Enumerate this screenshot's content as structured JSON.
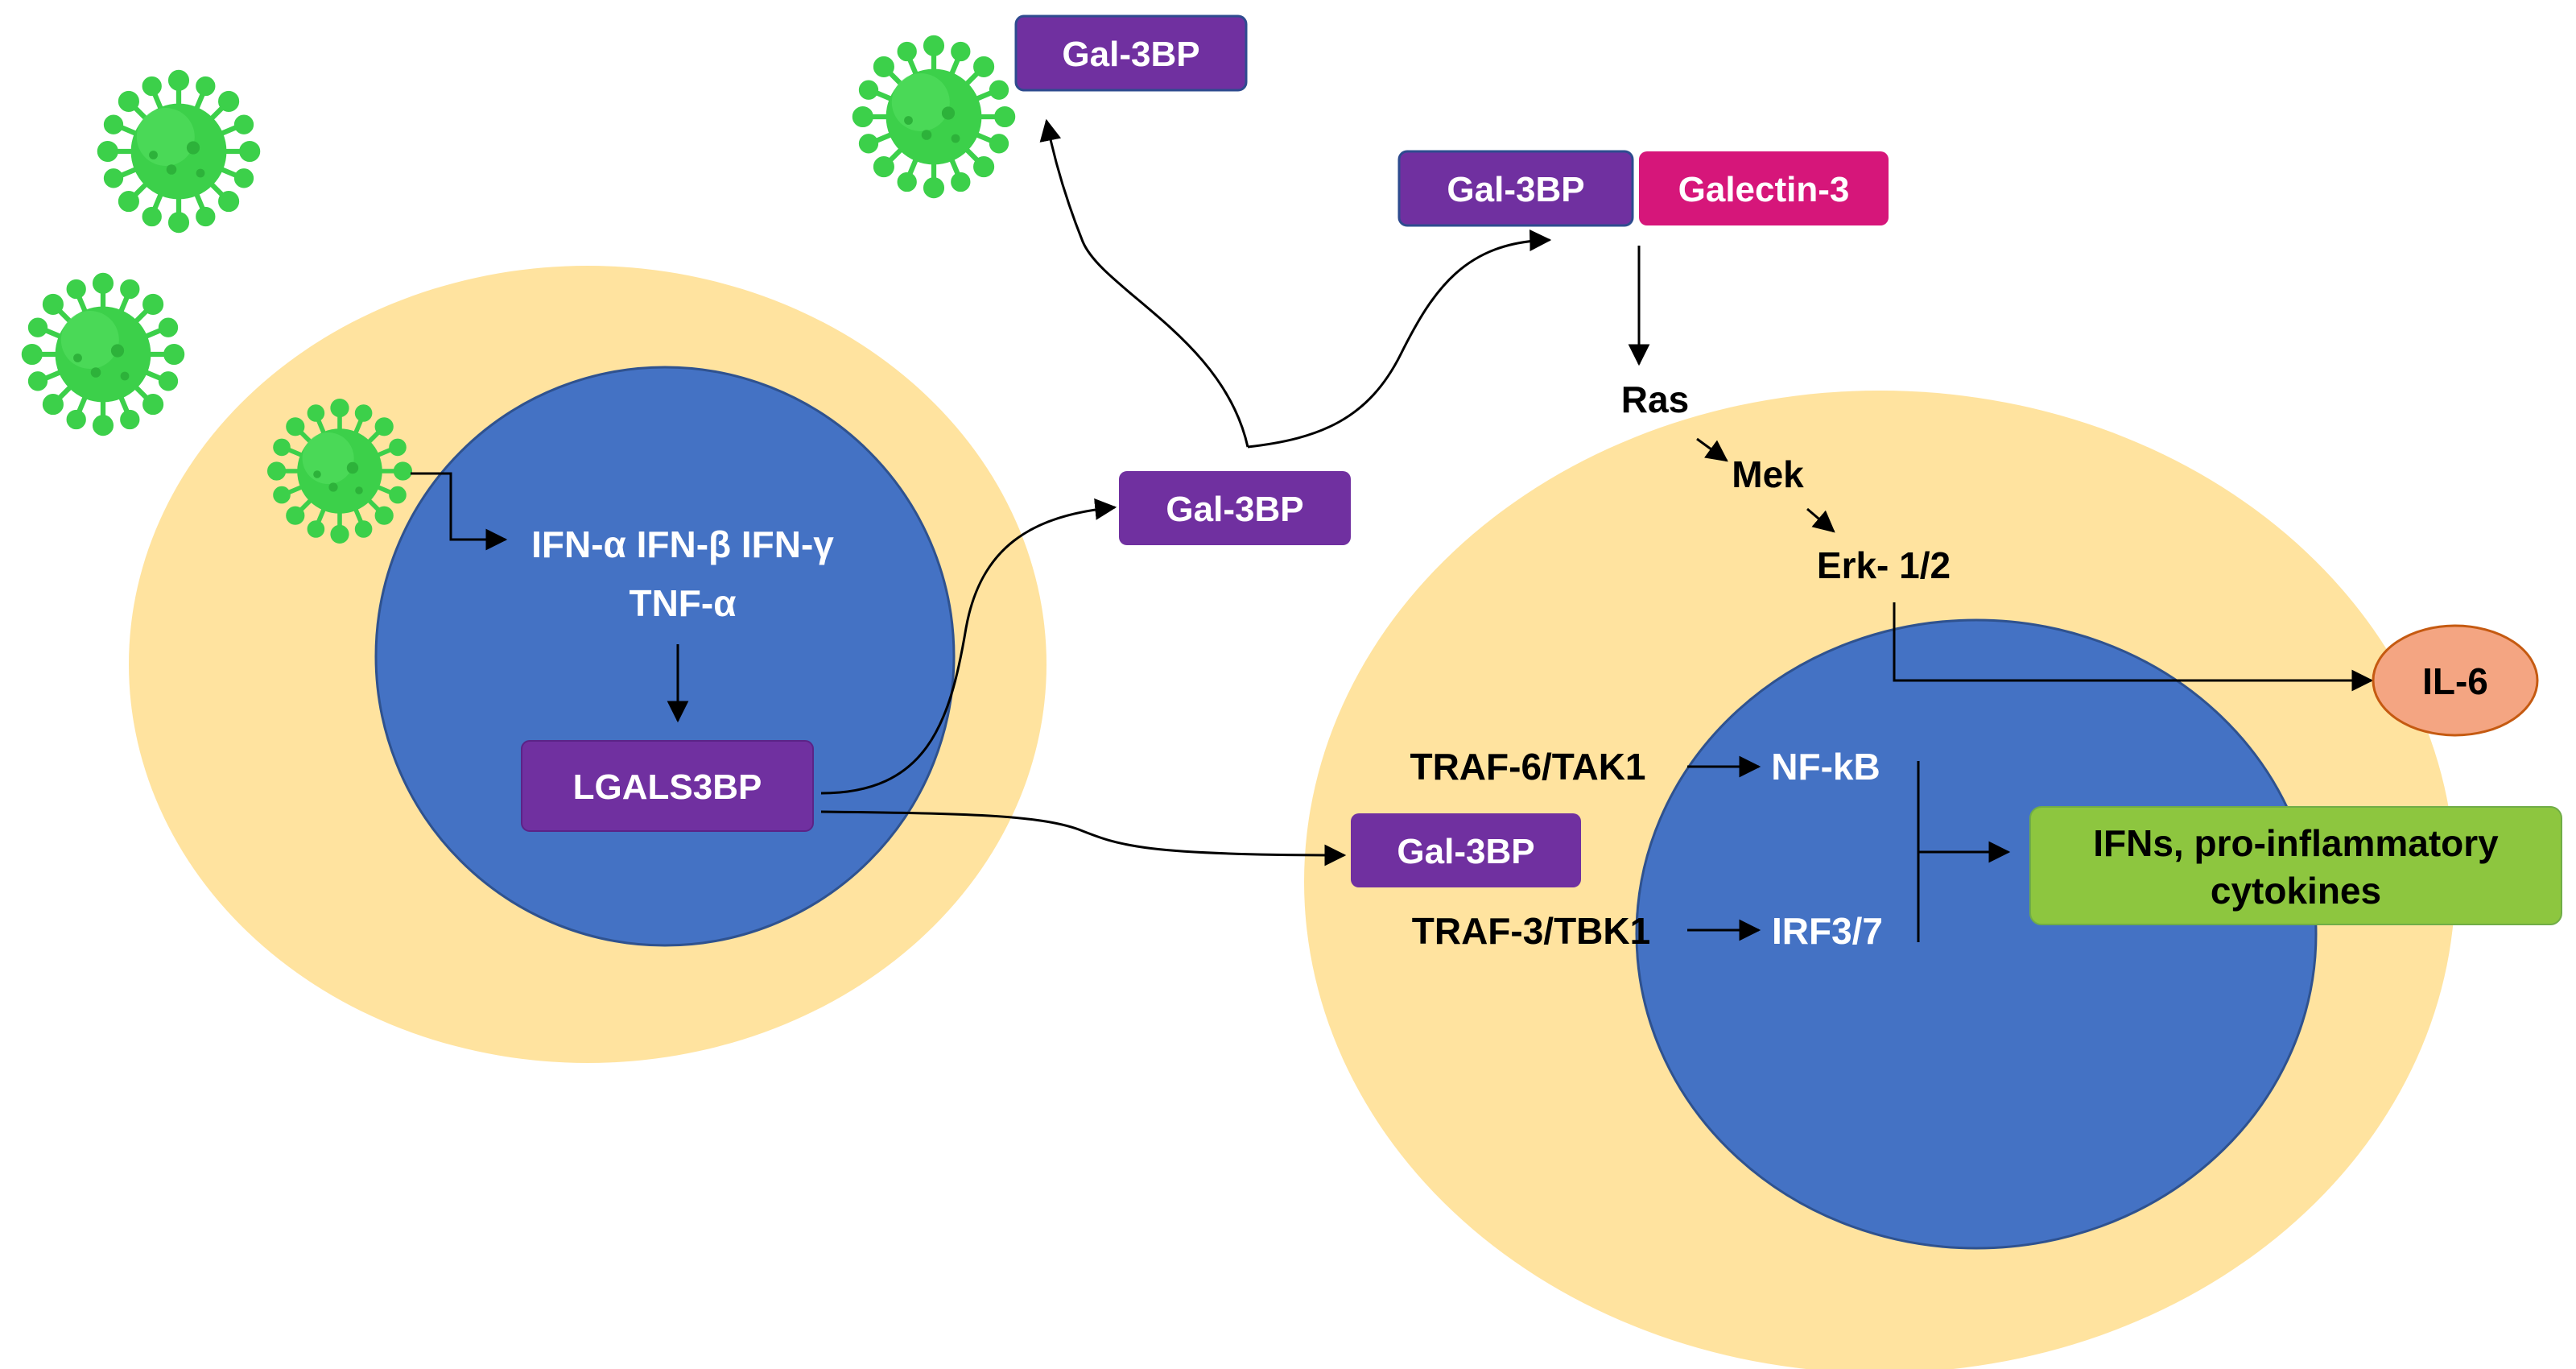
{
  "left_cell": {
    "cytokines_line1": "IFN-α IFN-β IFN-γ",
    "cytokines_line2": "TNF-α",
    "gene_box": "LGALS3BP"
  },
  "secreted": {
    "top_box": "Gal-3BP",
    "middle_box": "Gal-3BP",
    "right_box": "Gal-3BP"
  },
  "complex": {
    "gal3bp": "Gal-3BP",
    "galectin3": "Galectin-3"
  },
  "right_cell": {
    "ras": "Ras",
    "mek": "Mek",
    "erk": "Erk- 1/2",
    "traf6": "TRAF-6/TAK1",
    "traf3": "TRAF-3/TBK1",
    "nfkb": "NF-kB",
    "irf": "IRF3/7"
  },
  "outputs": {
    "il6": "IL-6",
    "ifns_line1": "IFNs, pro-inflammatory",
    "ifns_line2": "cytokines"
  },
  "colors": {
    "cytoplasm": "#FFE39F",
    "nucleus": "#4472C4",
    "gal3bp_box": "#7030A0",
    "galectin3_box": "#D6167A",
    "il6": "#F4A582",
    "ifns_box": "#8DC63F",
    "virus": "#3CD04A"
  },
  "icons": [
    "virus-icon"
  ]
}
